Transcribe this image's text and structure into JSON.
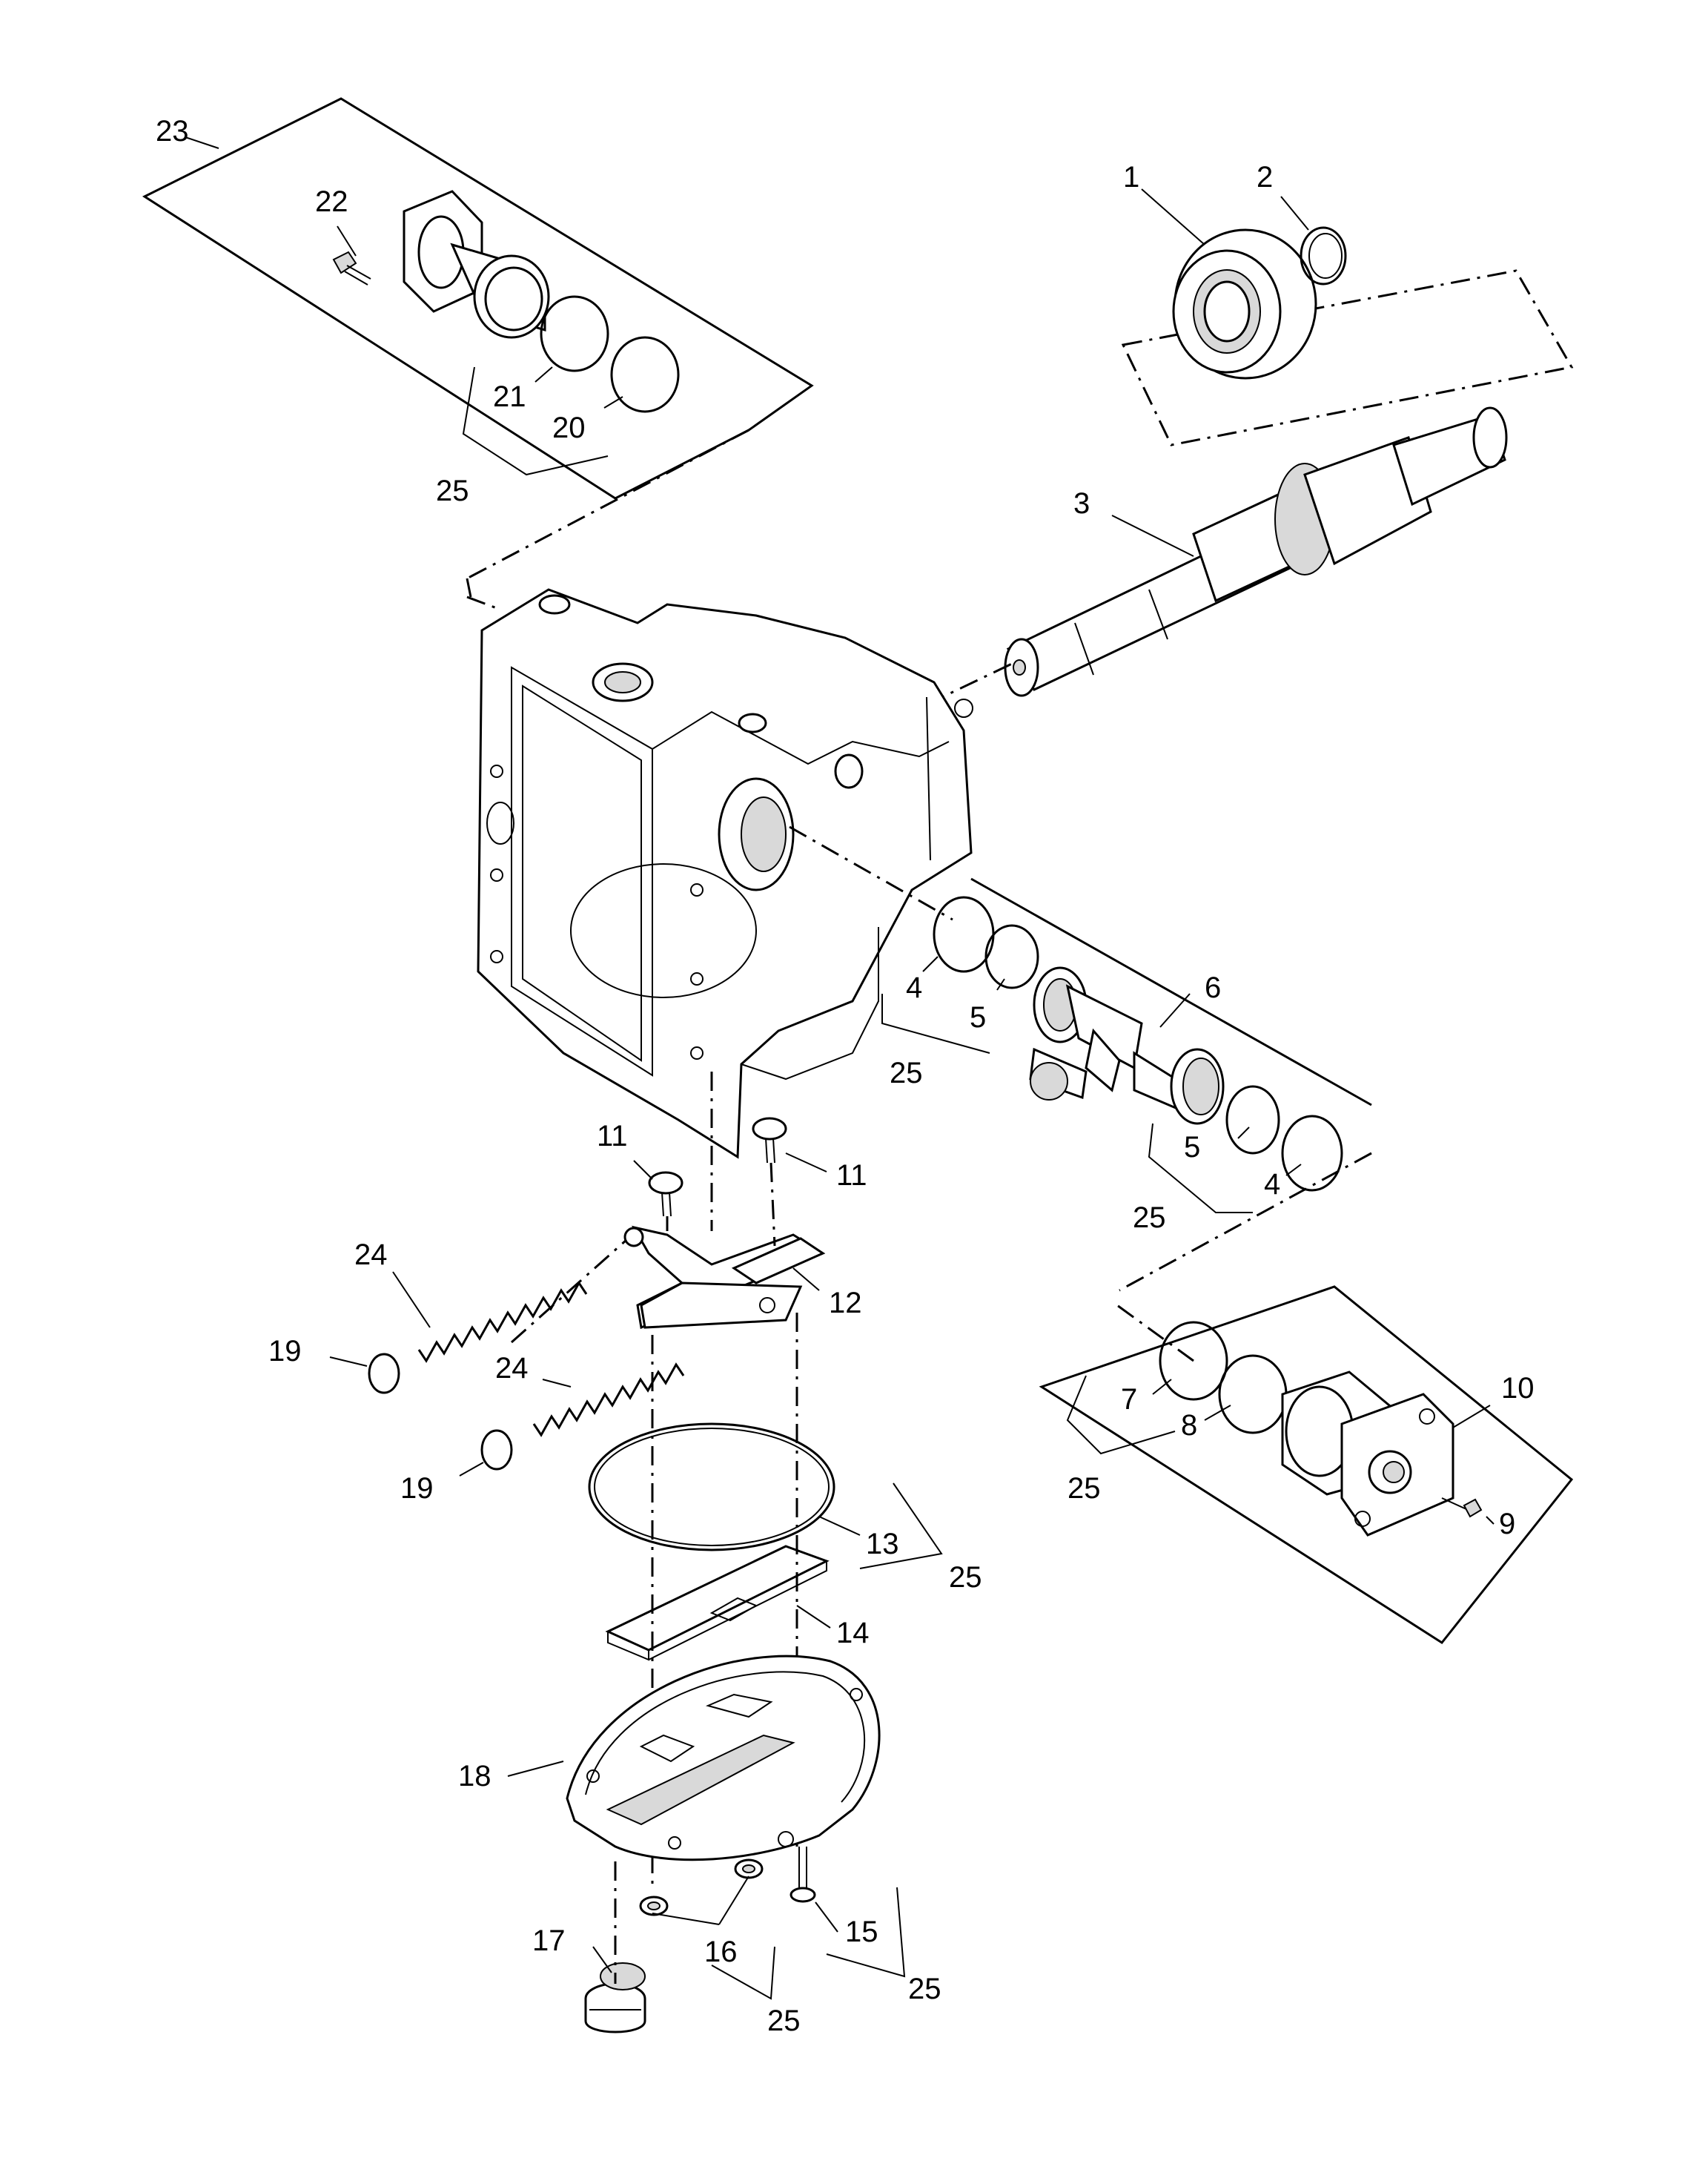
{
  "callouts": [
    {
      "id": "lbl-1",
      "text": "1"
    },
    {
      "id": "lbl-2",
      "text": "2"
    },
    {
      "id": "lbl-3",
      "text": "3"
    },
    {
      "id": "lbl-4a",
      "text": "4"
    },
    {
      "id": "lbl-4b",
      "text": "4"
    },
    {
      "id": "lbl-5a",
      "text": "5"
    },
    {
      "id": "lbl-5b",
      "text": "5"
    },
    {
      "id": "lbl-6",
      "text": "6"
    },
    {
      "id": "lbl-7",
      "text": "7"
    },
    {
      "id": "lbl-8",
      "text": "8"
    },
    {
      "id": "lbl-9",
      "text": "9"
    },
    {
      "id": "lbl-10",
      "text": "10"
    },
    {
      "id": "lbl-11a",
      "text": "11"
    },
    {
      "id": "lbl-11b",
      "text": "11"
    },
    {
      "id": "lbl-12",
      "text": "12"
    },
    {
      "id": "lbl-13",
      "text": "13"
    },
    {
      "id": "lbl-14",
      "text": "14"
    },
    {
      "id": "lbl-15",
      "text": "15"
    },
    {
      "id": "lbl-16",
      "text": "16"
    },
    {
      "id": "lbl-17",
      "text": "17"
    },
    {
      "id": "lbl-18",
      "text": "18"
    },
    {
      "id": "lbl-19a",
      "text": "19"
    },
    {
      "id": "lbl-19b",
      "text": "19"
    },
    {
      "id": "lbl-20",
      "text": "20"
    },
    {
      "id": "lbl-21",
      "text": "21"
    },
    {
      "id": "lbl-22",
      "text": "22"
    },
    {
      "id": "lbl-23",
      "text": "23"
    },
    {
      "id": "lbl-24a",
      "text": "24"
    },
    {
      "id": "lbl-24b",
      "text": "24"
    },
    {
      "id": "lbl-25a",
      "text": "25"
    },
    {
      "id": "lbl-25b",
      "text": "25"
    },
    {
      "id": "lbl-25c",
      "text": "25"
    },
    {
      "id": "lbl-25d",
      "text": "25"
    },
    {
      "id": "lbl-25e",
      "text": "25"
    },
    {
      "id": "lbl-25f",
      "text": "25"
    },
    {
      "id": "lbl-25g",
      "text": "25"
    }
  ]
}
